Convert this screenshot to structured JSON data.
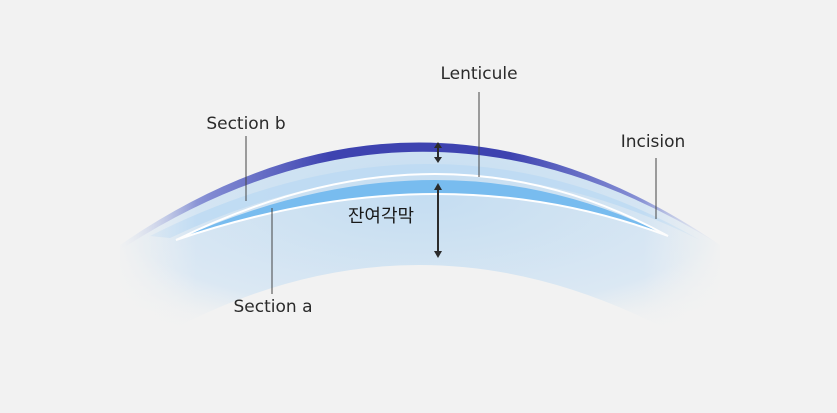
{
  "labels": {
    "lenticule": "Lenticule",
    "section_b": "Section b",
    "section_a": "Section a",
    "incision": "Incision",
    "residual_stroma": "잔여각막"
  },
  "colors": {
    "background": "#f2f2f2",
    "cornea_fill": "#cfe3f5",
    "epithelium": "#4a4fb8",
    "lenticule_fill": "#79bdf0",
    "interface_line": "#ffffff",
    "arrow": "#2b2b2b",
    "leader_line": "#444444"
  }
}
